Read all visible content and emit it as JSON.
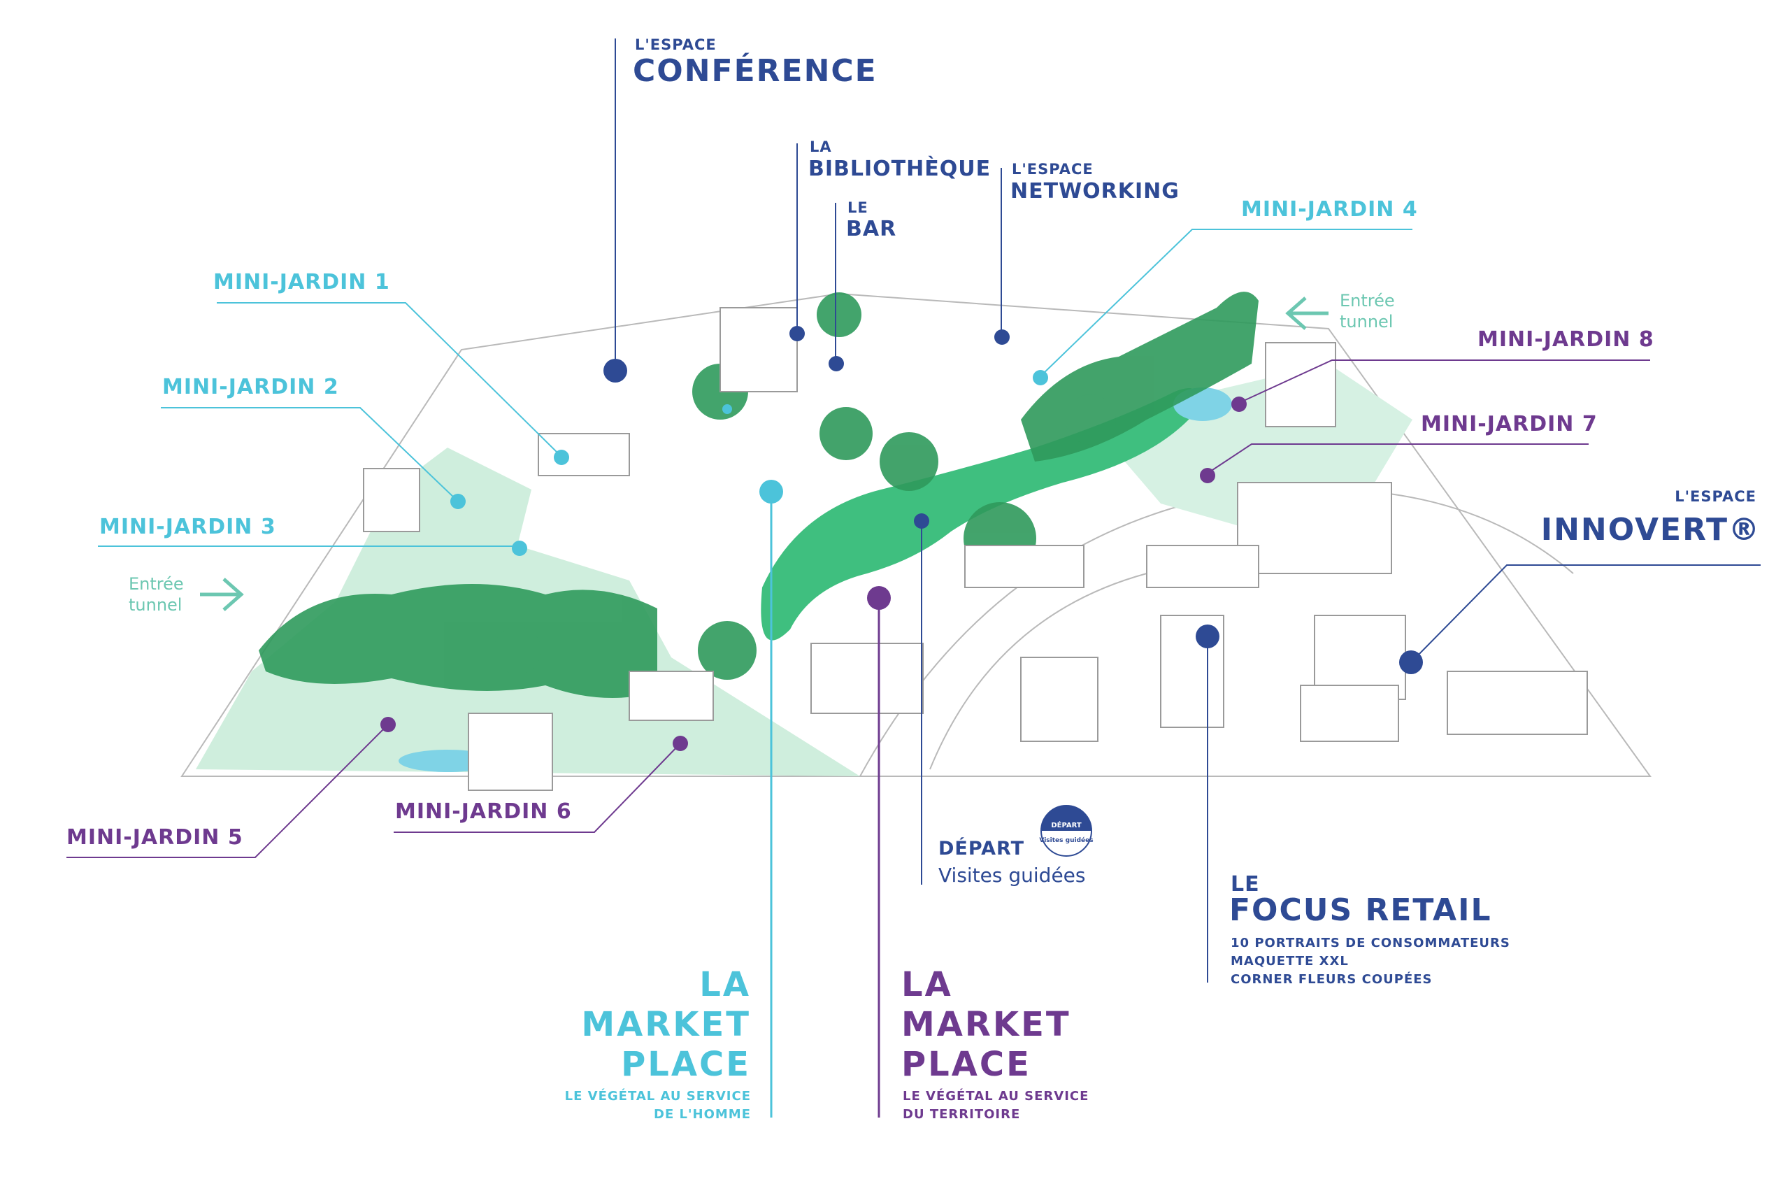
{
  "labels": {
    "conference": {
      "pre": "L'ESPACE",
      "main": "CONFÉRENCE"
    },
    "bibliotheque": {
      "pre": "LA",
      "main": "BIBLIOTHÈQUE"
    },
    "bar": {
      "pre": "LE",
      "main": "BAR"
    },
    "networking": {
      "pre": "L'ESPACE",
      "main": "NETWORKING"
    },
    "mini_jardin_1": "MINI-JARDIN  1",
    "mini_jardin_2": "MINI-JARDIN 2",
    "mini_jardin_3": "MINI-JARDIN 3",
    "mini_jardin_4": "MINI-JARDIN 4",
    "mini_jardin_5": "MINI-JARDIN 5",
    "mini_jardin_6": "MINI-JARDIN 6",
    "mini_jardin_7": "MINI-JARDIN 7",
    "mini_jardin_8": "MINI-JARDIN 8",
    "entree_left": {
      "line1": "Entrée",
      "line2": "tunnel"
    },
    "entree_right": {
      "line1": "Entrée",
      "line2": "tunnel"
    },
    "innovert": {
      "pre": "L'ESPACE",
      "main": "INNOVERT®"
    },
    "depart": {
      "title": "DÉPART",
      "subtitle": "Visites guidées"
    },
    "depart_badge": {
      "title": "DÉPART",
      "subtitle": "Visites guidées"
    },
    "focus_retail": {
      "pre": "LE",
      "main": "FOCUS RETAIL",
      "items": [
        "10 PORTRAITS DE CONSOMMATEURS",
        "MAQUETTE XXL",
        "CORNER FLEURS COUPÉES"
      ]
    },
    "market_homme": {
      "l1": "LA",
      "l2": "MARKET",
      "l3": "PLACE",
      "s1": "LE VÉGÉTAL AU SERVICE",
      "s2": "DE L'HOMME"
    },
    "market_territoire": {
      "l1": "LA",
      "l2": "MARKET",
      "l3": "PLACE",
      "s1": "LE VÉGÉTAL AU SERVICE",
      "s2": "DU TERRITOIRE"
    }
  },
  "colors": {
    "navy": "#2e4a94",
    "cyan": "#4cc3da",
    "purple": "#6e3a8f",
    "mint": "#6cc7b1",
    "garden_light": "#cfeedd",
    "garden_path": "#3fbf7f",
    "foliage": "#2f9a5c",
    "sketch": "#9a9a9a"
  }
}
